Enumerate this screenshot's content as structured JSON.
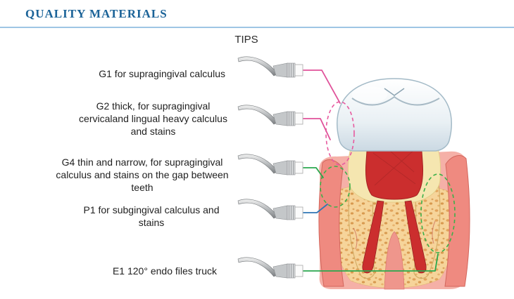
{
  "header": {
    "title": "QUALITY MATERIALS"
  },
  "diagram": {
    "heading": "TIPS",
    "highlights": [
      {
        "name": "crown-neck-region",
        "shape": "dashed-ellipse",
        "color": "pink"
      },
      {
        "name": "left-root-gum-region",
        "shape": "dashed-ellipse",
        "color": "green"
      },
      {
        "name": "right-root-gum-region",
        "shape": "dashed-ellipse",
        "color": "green"
      }
    ]
  },
  "tips": [
    {
      "code": "G1",
      "label": "G1 for supragingival calculus",
      "line_color": "pink"
    },
    {
      "code": "G2",
      "label": "G2 thick, for supragingival cervicaland lingual heavy calculus and stains",
      "line_color": "pink"
    },
    {
      "code": "G4",
      "label": "G4 thin and narrow, for supragingival calculus and stains on the gap between teeth",
      "line_color": "green"
    },
    {
      "code": "P1",
      "label": "P1 for subgingival calculus and stains",
      "line_color": "blue"
    },
    {
      "code": "E1",
      "label": "E1 120° endo files truck",
      "line_color": "green"
    }
  ],
  "colors": {
    "title": "#1b6398",
    "divider": "#9ec6e4",
    "line-pink": "#e0529a",
    "line-blue": "#2f76b5",
    "line-green": "#2aa84e",
    "highlight-pink": "#e75a9f",
    "highlight-green": "#3cb04a"
  }
}
